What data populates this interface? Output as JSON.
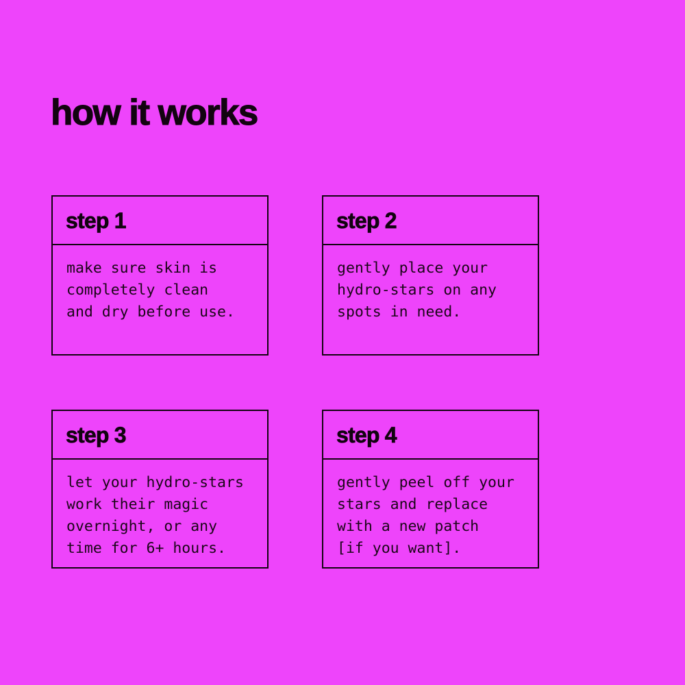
{
  "theme": {
    "background_color": "#ee44fb",
    "ink_color": "#120310",
    "body_text_color": "#1b0618",
    "border_color": "#120310"
  },
  "header": {
    "title": "how it works"
  },
  "steps": [
    {
      "title": "step 1",
      "body": "make sure skin is\ncompletely clean\nand dry before use.",
      "lines": [
        "make sure skin is",
        "completely clean",
        "and dry before use."
      ]
    },
    {
      "title": "step 2",
      "body": "gently place your\nhydro-stars on any\nspots in need.",
      "lines": [
        "gently place your",
        "hydro-stars on any",
        "spots in need."
      ]
    },
    {
      "title": "step 3",
      "body": "let your hydro-stars\nwork their magic\novernight, or any\ntime for 6+ hours.",
      "lines": [
        "let your hydro-stars",
        "work their magic",
        "overnight, or any",
        "time for 6+ hours."
      ]
    },
    {
      "title": "step 4",
      "body": "gently peel off your\nstars and replace\nwith a new patch\n[if you want].",
      "lines": [
        "gently peel off your",
        "stars and replace",
        "with a new patch",
        "[if you want]."
      ]
    }
  ]
}
